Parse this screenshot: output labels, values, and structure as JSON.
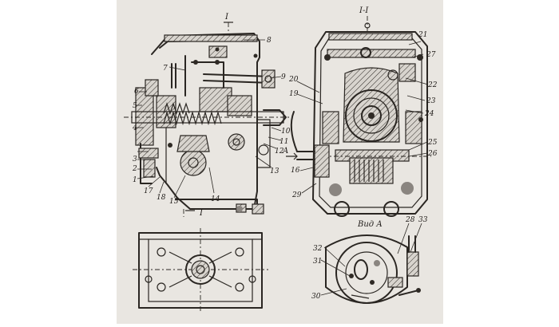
{
  "drawing": {
    "section_mark": "I",
    "section_title": "I-I",
    "arrow_label": "A",
    "view_label": "Вид А"
  },
  "callouts": {
    "c1": "1",
    "c2": "2",
    "c3": "3",
    "c4": "4",
    "c5": "5",
    "c6": "6",
    "c7": "7",
    "c8": "8",
    "c9": "9",
    "c10": "10",
    "c11": "11",
    "c12": "12",
    "c13": "13",
    "c14": "14",
    "c15": "15",
    "c16": "16",
    "c17": "17",
    "c18": "18",
    "c19": "19",
    "c20": "20",
    "c21": "21",
    "c22": "22",
    "c23": "23",
    "c24": "24",
    "c25": "25",
    "c26": "26",
    "c27": "27",
    "c28": "28",
    "c29": "29",
    "c30": "30",
    "c31": "31",
    "c32": "32",
    "c33": "33"
  }
}
